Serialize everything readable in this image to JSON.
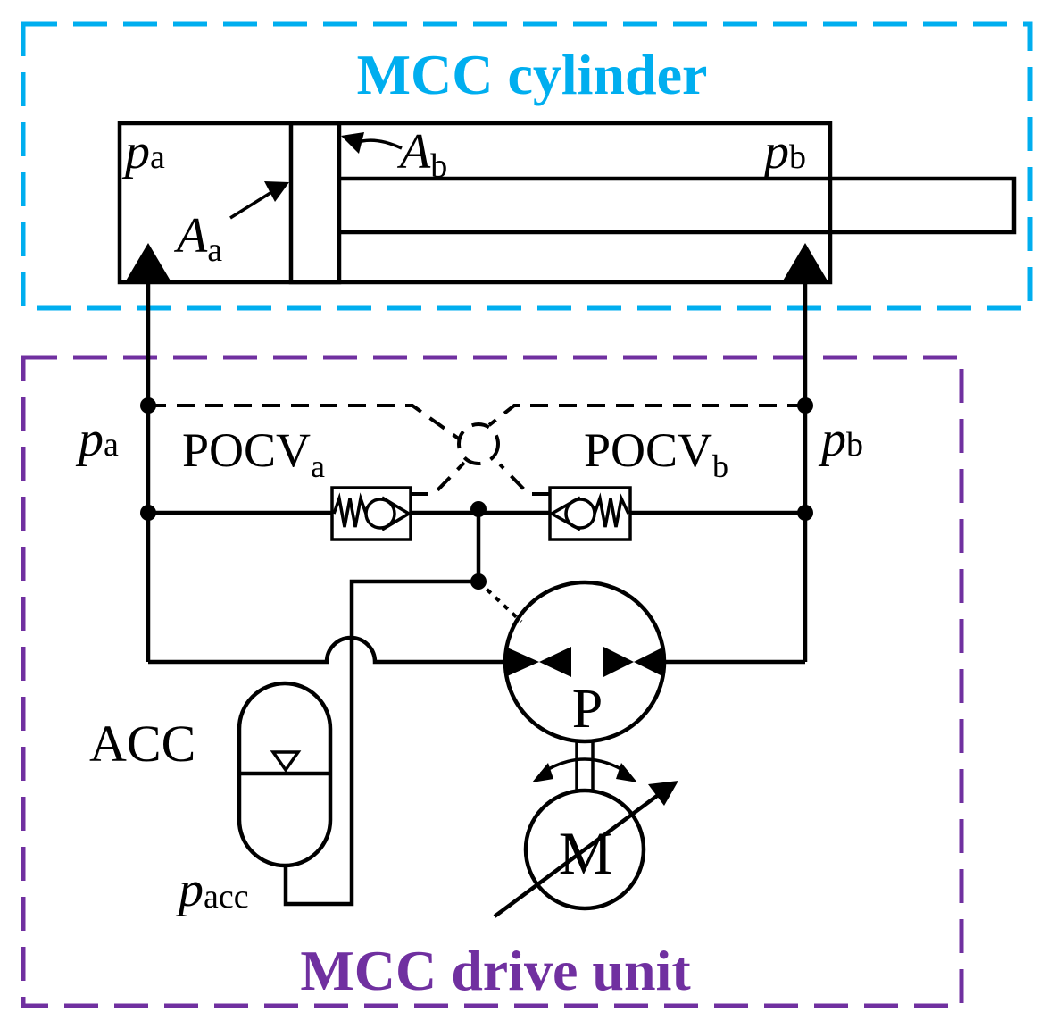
{
  "colors": {
    "cylinder_box": "#00aeef",
    "drive_box": "#7030a0",
    "line": "#000000"
  },
  "cylinder": {
    "title": "MCC cylinder",
    "pa": {
      "main": "p",
      "sub": "a"
    },
    "pb": {
      "main": "p",
      "sub": "b"
    },
    "Aa": {
      "main": "A",
      "sub": "a"
    },
    "Ab": {
      "main": "A",
      "sub": "b"
    }
  },
  "drive": {
    "title": "MCC drive unit",
    "pa": {
      "main": "p",
      "sub": "a"
    },
    "pb": {
      "main": "p",
      "sub": "b"
    },
    "pocva": {
      "main": "POCV",
      "sub": "a"
    },
    "pocvb": {
      "main": "POCV",
      "sub": "b"
    },
    "acc": "ACC",
    "pacc": {
      "main": "p",
      "sub": "acc"
    },
    "pump": "P",
    "motor": "M"
  }
}
